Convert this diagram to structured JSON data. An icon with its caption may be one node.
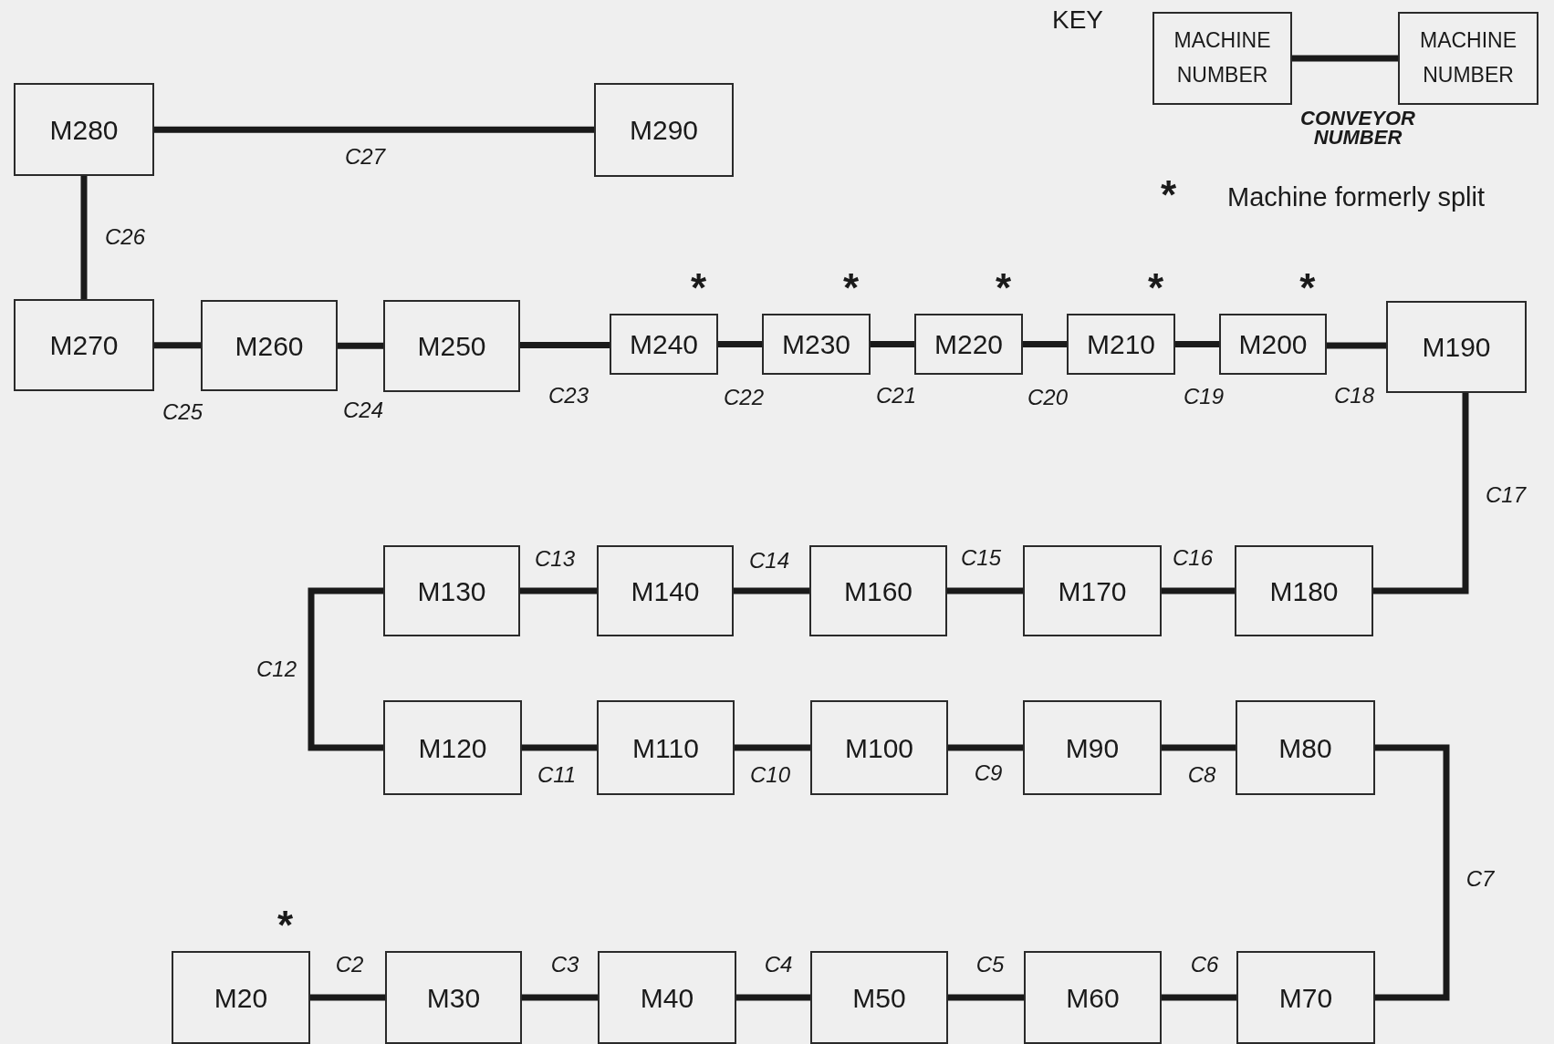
{
  "diagram": {
    "nodes": [
      {
        "text": [
          "M280"
        ]
      },
      {
        "text": [
          "M290"
        ]
      },
      {
        "text": [
          "MACHINE NUMBER"
        ]
      },
      {
        "text": [
          "MACHINE NUMBER"
        ]
      },
      {
        "text": [
          "M270"
        ]
      },
      {
        "text": [
          "M260"
        ]
      },
      {
        "text": [
          "M250"
        ]
      },
      {
        "text": [
          "M240"
        ],
        "beside": [
          "*"
        ]
      },
      {
        "text": [
          "M230"
        ],
        "beside": [
          "*"
        ]
      },
      {
        "text": [
          "M220"
        ],
        "beside": [
          "*"
        ]
      },
      {
        "text": [
          "M210"
        ],
        "beside": [
          "*"
        ]
      },
      {
        "text": [
          "M200"
        ],
        "beside": [
          "*"
        ]
      },
      {
        "text": [
          "M190"
        ]
      },
      {
        "text": [
          "M130"
        ]
      },
      {
        "text": [
          "M140"
        ]
      },
      {
        "text": [
          "M160"
        ]
      },
      {
        "text": [
          "M170"
        ]
      },
      {
        "text": [
          "M180"
        ]
      },
      {
        "text": [
          "M120"
        ]
      },
      {
        "text": [
          "M110"
        ]
      },
      {
        "text": [
          "M100"
        ]
      },
      {
        "text": [
          "M90"
        ]
      },
      {
        "text": [
          "M80"
        ]
      },
      {
        "text": [
          "M20"
        ],
        "beside": [
          "*"
        ]
      },
      {
        "text": [
          "M30"
        ]
      },
      {
        "text": [
          "M40"
        ]
      },
      {
        "text": [
          "M50"
        ]
      },
      {
        "text": [
          "M60"
        ]
      },
      {
        "text": [
          "M70"
        ]
      }
    ],
    "edges": [
      {
        "from": 23,
        "to": 24,
        "arrow": "none",
        "label": "C2"
      },
      {
        "from": 24,
        "to": 25,
        "arrow": "none",
        "label": "C3"
      },
      {
        "from": 25,
        "to": 26,
        "arrow": "none",
        "label": "C4"
      },
      {
        "from": 26,
        "to": 27,
        "arrow": "none",
        "label": "C5"
      },
      {
        "from": 27,
        "to": 28,
        "arrow": "none",
        "label": "C6"
      },
      {
        "from": 28,
        "to": 22,
        "arrow": "none",
        "label": "C7"
      },
      {
        "from": 22,
        "to": 21,
        "arrow": "none",
        "label": "C8"
      },
      {
        "from": 21,
        "to": 20,
        "arrow": "none",
        "label": "C9"
      },
      {
        "from": 20,
        "to": 19,
        "arrow": "none",
        "label": "C10"
      },
      {
        "from": 19,
        "to": 18,
        "arrow": "none",
        "label": "C11"
      },
      {
        "from": 18,
        "to": 13,
        "arrow": "none",
        "label": "C12"
      },
      {
        "from": 13,
        "to": 14,
        "arrow": "none",
        "label": "C13"
      },
      {
        "from": 14,
        "to": 15,
        "arrow": "none",
        "label": "C14"
      },
      {
        "from": 15,
        "to": 16,
        "arrow": "none",
        "label": "C15"
      },
      {
        "from": 16,
        "to": 17,
        "arrow": "none",
        "label": "C16"
      },
      {
        "from": 17,
        "to": 12,
        "arrow": "none",
        "label": "C17"
      },
      {
        "from": 12,
        "to": 11,
        "arrow": "none",
        "label": "C18"
      },
      {
        "from": 11,
        "to": 10,
        "arrow": "none",
        "label": "C19"
      },
      {
        "from": 10,
        "to": 9,
        "arrow": "none",
        "label": "C20"
      },
      {
        "from": 9,
        "to": 8,
        "arrow": "none",
        "label": "C21"
      },
      {
        "from": 8,
        "to": 7,
        "arrow": "none",
        "label": "C22"
      },
      {
        "from": 7,
        "to": 6,
        "arrow": "none",
        "label": "C23"
      },
      {
        "from": 6,
        "to": 5,
        "arrow": "none",
        "label": "C24"
      },
      {
        "from": 5,
        "to": 4,
        "arrow": "none",
        "label": "C25"
      },
      {
        "from": 4,
        "to": 0,
        "arrow": "none",
        "label": "C26"
      },
      {
        "from": 0,
        "to": 1,
        "arrow": "none",
        "label": "C27"
      },
      {
        "from": 2,
        "to": 3,
        "arrow": "none",
        "label": "CONVEYOR NUMBER"
      }
    ],
    "labels": [
      "KEY",
      "*",
      "Machine formerly split"
    ]
  }
}
